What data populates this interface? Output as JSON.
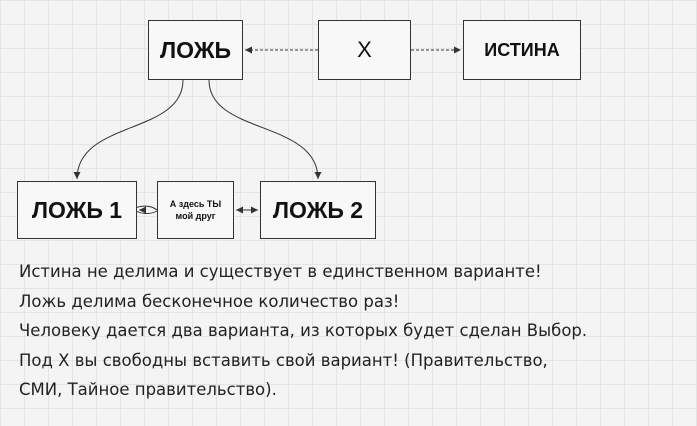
{
  "diagram": {
    "nodes": {
      "lozh": "ЛОЖЬ",
      "x": "X",
      "istina": "ИСТИНА",
      "lozh1": "ЛОЖЬ 1",
      "zdes": "А здесь ТЫ мой друг",
      "lozh2": "ЛОЖЬ 2"
    },
    "edges": [
      {
        "from": "x",
        "to": "lozh"
      },
      {
        "from": "x",
        "to": "istina"
      },
      {
        "from": "lozh",
        "to": "lozh1"
      },
      {
        "from": "lozh",
        "to": "lozh2"
      },
      {
        "from": "zdes",
        "to": "lozh1"
      },
      {
        "from": "lozh2",
        "to": "zdes"
      },
      {
        "from": "zdes",
        "to": "lozh2"
      }
    ]
  },
  "caption": [
    "Истина не делима и существует в единственном варианте!",
    "Ложь делима бесконечное количество раз!",
    "Человеку дается два варианта, из которых будет сделан Выбор.",
    "Под Х вы свободны вставить свой вариант! (Правительство,",
    "СМИ, Тайное правительство)."
  ]
}
